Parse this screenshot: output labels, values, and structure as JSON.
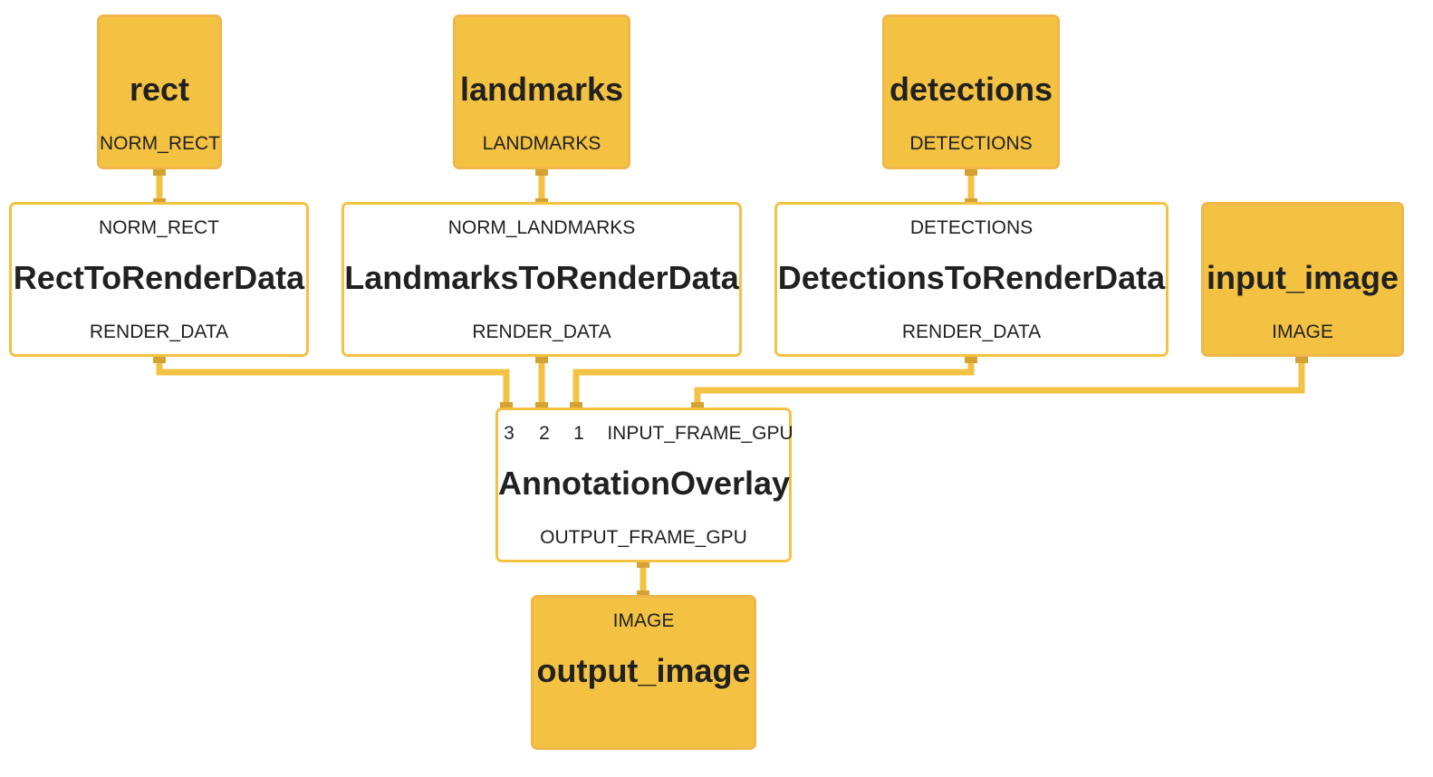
{
  "colors": {
    "io_fill": "#f4c242",
    "io_border": "#f0b64a",
    "calc_border": "#f4c242",
    "edge": "#f4c242",
    "port": "#d4a233",
    "text": "#212121"
  },
  "nodes": {
    "rect": {
      "title": "rect",
      "out_port": "NORM_RECT"
    },
    "landmarks": {
      "title": "landmarks",
      "out_port": "LANDMARKS"
    },
    "detections": {
      "title": "detections",
      "out_port": "DETECTIONS"
    },
    "input_image": {
      "title": "input_image",
      "out_port": "IMAGE"
    },
    "rect_to_render": {
      "title": "RectToRenderData",
      "in_port": "NORM_RECT",
      "out_port": "RENDER_DATA"
    },
    "landmarks_to_render": {
      "title": "LandmarksToRenderData",
      "in_port": "NORM_LANDMARKS",
      "out_port": "RENDER_DATA"
    },
    "detections_to_render": {
      "title": "DetectionsToRenderData",
      "in_port": "DETECTIONS",
      "out_port": "RENDER_DATA"
    },
    "annotation_overlay": {
      "title": "AnnotationOverlay",
      "in_ports": [
        "3",
        "2",
        "1",
        "INPUT_FRAME_GPU"
      ],
      "out_port": "OUTPUT_FRAME_GPU"
    },
    "output_image": {
      "title": "output_image",
      "in_port": "IMAGE"
    }
  }
}
